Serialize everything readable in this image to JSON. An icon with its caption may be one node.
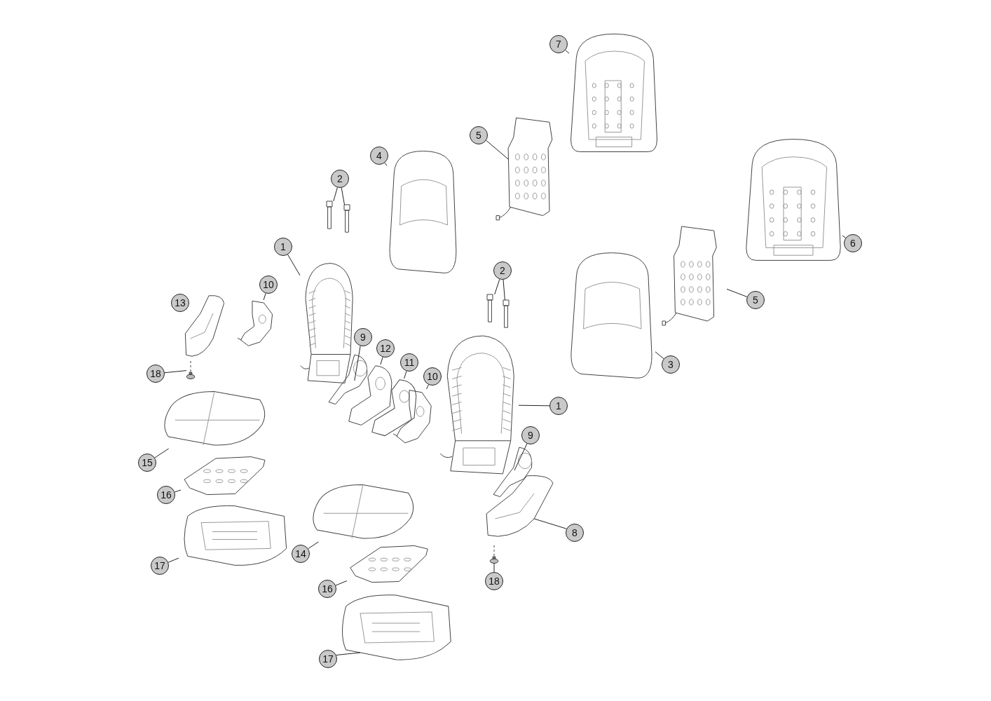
{
  "diagram": {
    "nodes": [
      {
        "text": [
          "7"
        ]
      },
      {
        "text": [],
        "shape": "picture"
      },
      {
        "text": [
          "5"
        ]
      },
      {
        "text": [],
        "shape": "picture"
      },
      {
        "text": [
          "4"
        ]
      },
      {
        "text": [],
        "shape": "picture"
      },
      {
        "text": [
          "2"
        ]
      },
      {
        "text": [],
        "shape": "picture"
      },
      {
        "text": [],
        "shape": "picture"
      },
      {
        "text": [
          "1"
        ]
      },
      {
        "text": [],
        "shape": "picture"
      },
      {
        "text": [
          "10"
        ]
      },
      {
        "text": [],
        "shape": "picture"
      },
      {
        "text": [
          "13"
        ]
      },
      {
        "text": [],
        "shape": "picture"
      },
      {
        "text": [
          "18"
        ]
      },
      {
        "text": [],
        "shape": "picture"
      },
      {
        "text": [
          "9"
        ]
      },
      {
        "text": [],
        "shape": "picture"
      },
      {
        "text": [
          "12"
        ]
      },
      {
        "text": [],
        "shape": "picture"
      },
      {
        "text": [
          "11"
        ]
      },
      {
        "text": [],
        "shape": "picture"
      },
      {
        "text": [
          "10"
        ]
      },
      {
        "text": [],
        "shape": "picture"
      },
      {
        "text": [
          "2"
        ]
      },
      {
        "text": [],
        "shape": "picture"
      },
      {
        "text": [],
        "shape": "picture"
      },
      {
        "text": [
          "6"
        ]
      },
      {
        "text": [],
        "shape": "picture"
      },
      {
        "text": [
          "5"
        ]
      },
      {
        "text": [],
        "shape": "picture"
      },
      {
        "text": [
          "3"
        ]
      },
      {
        "text": [],
        "shape": "picture"
      },
      {
        "text": [
          "1"
        ]
      },
      {
        "text": [],
        "shape": "picture"
      },
      {
        "text": [
          "9"
        ]
      },
      {
        "text": [],
        "shape": "picture"
      },
      {
        "text": [
          "8"
        ]
      },
      {
        "text": [],
        "shape": "picture"
      },
      {
        "text": [
          "18"
        ]
      },
      {
        "text": [],
        "shape": "picture"
      },
      {
        "text": [
          "15"
        ]
      },
      {
        "text": [],
        "shape": "picture"
      },
      {
        "text": [
          "16"
        ]
      },
      {
        "text": [],
        "shape": "picture"
      },
      {
        "text": [
          "17"
        ]
      },
      {
        "text": [],
        "shape": "picture"
      },
      {
        "text": [
          "14"
        ]
      },
      {
        "text": [],
        "shape": "picture"
      },
      {
        "text": [
          "16"
        ]
      },
      {
        "text": [],
        "shape": "picture"
      },
      {
        "text": [
          "17"
        ]
      },
      {
        "text": [],
        "shape": "picture"
      }
    ],
    "edges": [
      {
        "from": 0,
        "to": 1,
        "arrow": "none"
      },
      {
        "from": 2,
        "to": 3,
        "arrow": "none"
      },
      {
        "from": 4,
        "to": 5,
        "arrow": "none"
      },
      {
        "from": 6,
        "to": 7,
        "arrow": "none"
      },
      {
        "from": 6,
        "to": 8,
        "arrow": "none"
      },
      {
        "from": 9,
        "to": 10,
        "arrow": "none"
      },
      {
        "from": 11,
        "to": 12,
        "arrow": "none"
      },
      {
        "from": 13,
        "to": 14,
        "arrow": "none"
      },
      {
        "from": 15,
        "to": 16,
        "arrow": "none"
      },
      {
        "from": 17,
        "to": 18,
        "arrow": "none"
      },
      {
        "from": 19,
        "to": 20,
        "arrow": "none"
      },
      {
        "from": 21,
        "to": 22,
        "arrow": "none"
      },
      {
        "from": 23,
        "to": 24,
        "arrow": "none"
      },
      {
        "from": 25,
        "to": 26,
        "arrow": "none"
      },
      {
        "from": 25,
        "to": 27,
        "arrow": "none"
      },
      {
        "from": 28,
        "to": 29,
        "arrow": "none"
      },
      {
        "from": 30,
        "to": 31,
        "arrow": "none"
      },
      {
        "from": 32,
        "to": 33,
        "arrow": "none"
      },
      {
        "from": 34,
        "to": 35,
        "arrow": "none"
      },
      {
        "from": 36,
        "to": 37,
        "arrow": "none"
      },
      {
        "from": 38,
        "to": 39,
        "arrow": "none"
      },
      {
        "from": 40,
        "to": 41,
        "arrow": "none"
      },
      {
        "from": 42,
        "to": 43,
        "arrow": "none"
      },
      {
        "from": 44,
        "to": 45,
        "arrow": "none"
      },
      {
        "from": 46,
        "to": 47,
        "arrow": "none"
      },
      {
        "from": 48,
        "to": 49,
        "arrow": "none"
      },
      {
        "from": 50,
        "to": 51,
        "arrow": "none"
      },
      {
        "from": 52,
        "to": 53,
        "arrow": "none"
      }
    ]
  }
}
